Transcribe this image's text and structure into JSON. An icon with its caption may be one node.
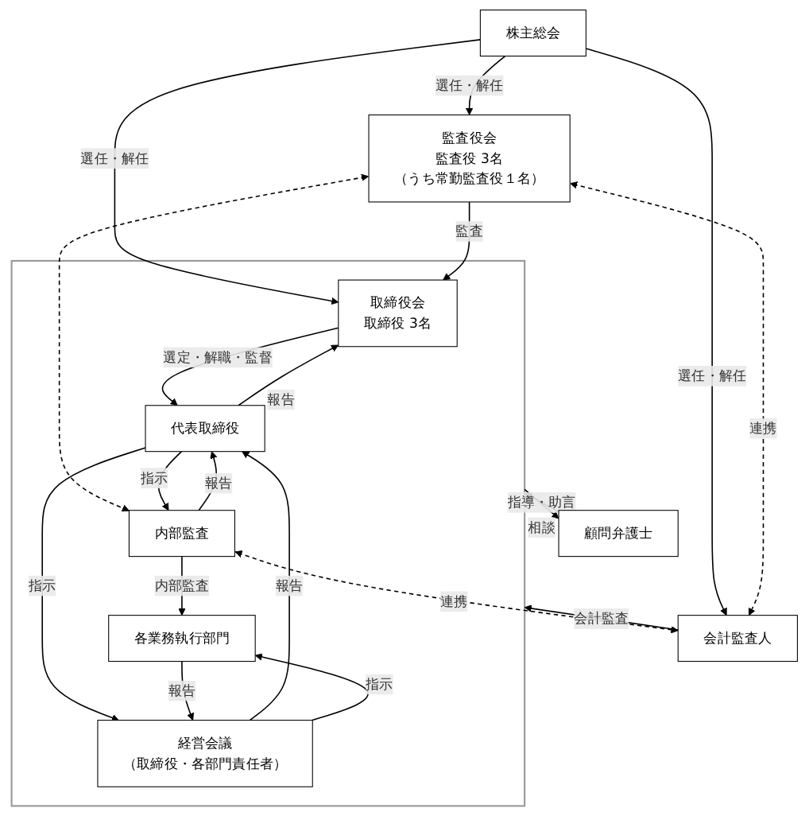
{
  "diagram": {
    "nodes": [
      {
        "text": [
          "株主総会"
        ]
      },
      {
        "text": [],
        "shape": "box"
      },
      {
        "text": [
          "取締役会",
          "取締役 3名"
        ],
        "in": 1
      },
      {
        "text": [
          "監査役会",
          "監査役 3名",
          "（うち常勤監査役１名）"
        ]
      },
      {
        "text": [
          "会計監査人"
        ]
      },
      {
        "text": [
          "代表取締役"
        ],
        "in": 1
      },
      {
        "text": [
          "内部監査"
        ],
        "in": 1
      },
      {
        "text": [
          "経営会議",
          "（取締役・各部門責任者）"
        ],
        "in": 1
      },
      {
        "text": [
          "各業務執行部門"
        ],
        "in": 1
      },
      {
        "text": [
          "顧問弁護士"
        ]
      }
    ],
    "edges": [
      {
        "from": 0,
        "to": 2,
        "arrow": "to",
        "label": "選任・解任"
      },
      {
        "from": 0,
        "to": 3,
        "arrow": "to",
        "label": "選任・解任"
      },
      {
        "from": 0,
        "to": 4,
        "arrow": "to",
        "label": "選任・解任"
      },
      {
        "from": 3,
        "to": 2,
        "arrow": "to",
        "label": "監査"
      },
      {
        "from": 3,
        "to": 4,
        "arrow": "both",
        "label": "連携",
        "style": "dashed"
      },
      {
        "from": 2,
        "to": 5,
        "arrow": "to",
        "label": "選定・解職・監督"
      },
      {
        "from": 5,
        "to": 2,
        "arrow": "to",
        "label": "報告"
      },
      {
        "from": 3,
        "to": 6,
        "arrow": "both",
        "style": "dashed"
      },
      {
        "from": 5,
        "to": 6,
        "arrow": "to",
        "label": "指示"
      },
      {
        "from": 6,
        "to": 5,
        "arrow": "to",
        "label": "報告"
      },
      {
        "from": 6,
        "to": 4,
        "arrow": "both",
        "label": "連携",
        "style": "dashed"
      },
      {
        "from": 4,
        "to": 1,
        "arrow": "to",
        "label": "会計監査"
      },
      {
        "from": 5,
        "to": 7,
        "arrow": "to",
        "label": "指示"
      },
      {
        "from": 7,
        "to": 5,
        "arrow": "to",
        "label": "報告"
      },
      {
        "from": 6,
        "to": 8,
        "arrow": "to",
        "label": "内部監査"
      },
      {
        "from": 7,
        "to": 8,
        "arrow": "to",
        "label": "指示"
      },
      {
        "from": 8,
        "to": 7,
        "arrow": "to",
        "label": "報告"
      },
      {
        "from": 9,
        "to": 1,
        "arrow": "to",
        "label": "指導・助言"
      },
      {
        "from": 1,
        "to": 9,
        "arrow": "to",
        "label": "相談"
      }
    ]
  }
}
